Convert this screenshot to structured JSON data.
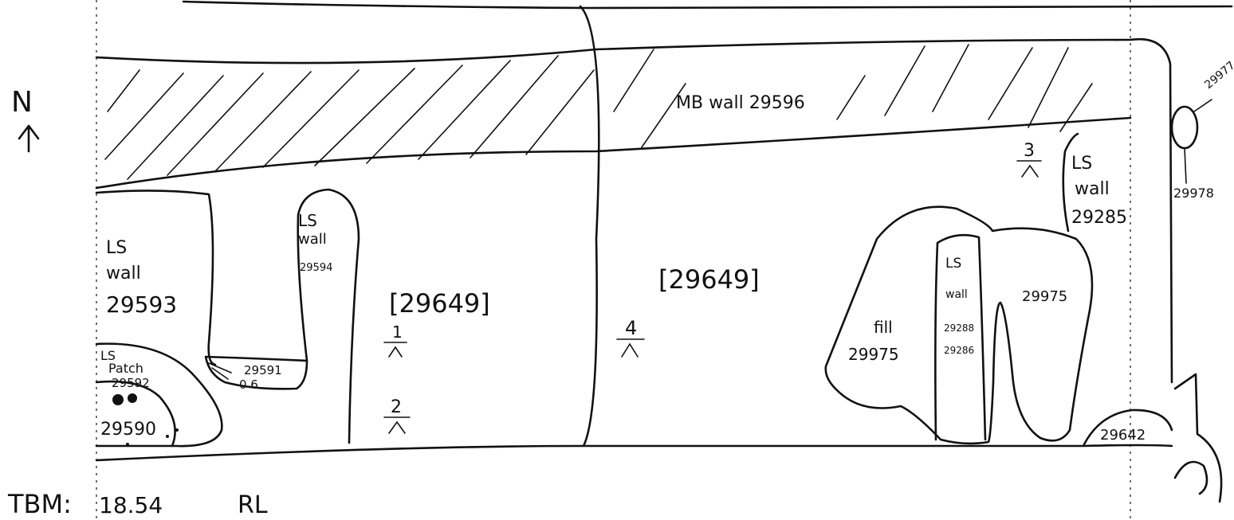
{
  "north": "N",
  "tbm_label": "TBM:",
  "tbm_value": "18.54",
  "rl": "RL",
  "mb_wall": "MB wall 29596",
  "ls_wall": "LS",
  "wall": "wall",
  "ls_wall_29593": "29593",
  "ls_wall_29594": "29594",
  "ls_wall_29285": "29285",
  "ls_wall_29286": "29286",
  "ls_wall_29288": "29288",
  "ls_patch": "Patch",
  "patch_29592": "29592",
  "dep_29590": "29590",
  "dep_29591": "29591",
  "dep_29591_b": "0 6",
  "fill": "fill",
  "fill_29975": "29975",
  "dep_29975": "29975",
  "dep_29649_a": "[29649]",
  "dep_29649_b": "[29649]",
  "dep_29642": "29642",
  "dep_29978": "29978",
  "dep_29977": "29977",
  "level_1": "1",
  "level_2": "2",
  "level_3": "3",
  "level_4": "4"
}
